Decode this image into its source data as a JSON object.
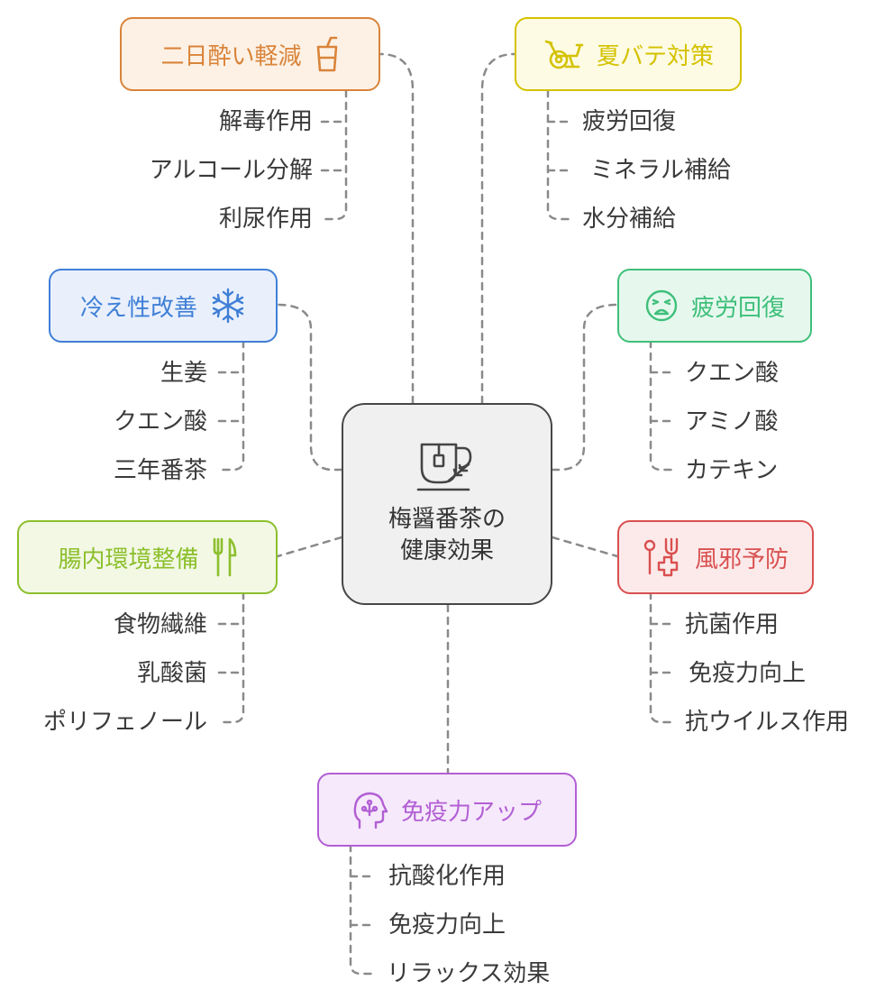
{
  "center": {
    "line1": "梅醤番茶の",
    "line2": "健康効果",
    "icon": "tea-cup-with-herb-icon"
  },
  "branches": {
    "hangover": {
      "title": "二日酔い軽減",
      "icon": "drink-cup-icon",
      "color": "#d9843a",
      "bg": "#fdf1e5",
      "items": [
        "解毒作用",
        "アルコール分解",
        "利尿作用"
      ]
    },
    "summer": {
      "title": "夏バテ対策",
      "icon": "exercise-bike-icon",
      "color": "#d4c200",
      "bg": "#fdfbe3",
      "items": [
        "疲労回復",
        "ミネラル補給",
        "水分補給"
      ]
    },
    "cold": {
      "title": "冷え性改善",
      "icon": "snowflake-icon",
      "color": "#3f7fd6",
      "bg": "#e9f0fc",
      "items": [
        "生姜",
        "クエン酸",
        "三年番茶"
      ]
    },
    "fatigue": {
      "title": "疲労回復",
      "icon": "tired-face-icon",
      "color": "#3fbf7a",
      "bg": "#e6f8ee",
      "items": [
        "クエン酸",
        "アミノ酸",
        "カテキン"
      ]
    },
    "gut": {
      "title": "腸内環境整備",
      "icon": "fork-knife-icon",
      "color": "#8cbf2c",
      "bg": "#f2f8e4",
      "items": [
        "食物繊維",
        "乳酸菌",
        "ポリフェノール"
      ]
    },
    "flu": {
      "title": "風邪予防",
      "icon": "medical-tools-icon",
      "color": "#d95050",
      "bg": "#fceaea",
      "items": [
        "抗菌作用",
        "免疫力向上",
        "抗ウイルス作用"
      ]
    },
    "immunity": {
      "title": "免疫力アップ",
      "icon": "head-mind-icon",
      "color": "#b25fd4",
      "bg": "#f6e9fb",
      "items": [
        "抗酸化作用",
        "免疫力向上",
        "リラックス効果"
      ]
    }
  }
}
